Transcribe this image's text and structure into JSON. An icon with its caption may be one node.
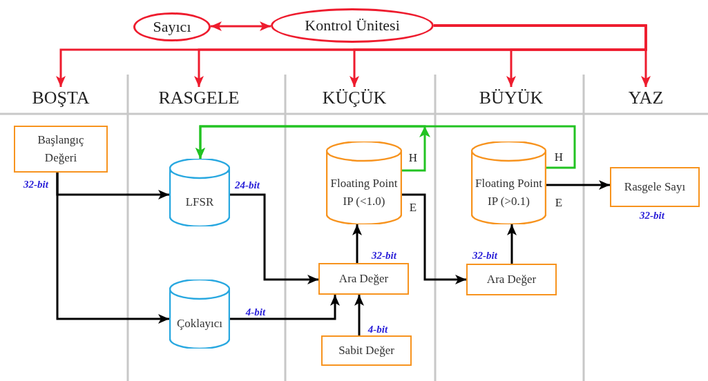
{
  "diagram": {
    "nodes": [
      {
        "text": [
          "Sayıcı"
        ]
      },
      {
        "text": [
          "Kontrol Ünitesi"
        ]
      },
      {
        "text": [
          "BOŞTA"
        ]
      },
      {
        "text": [
          "RASGELE"
        ]
      },
      {
        "text": [
          "KÜÇÜK"
        ]
      },
      {
        "text": [
          "BÜYÜK"
        ]
      },
      {
        "text": [
          "YAZ"
        ]
      },
      {
        "text": [
          "Başlangıç Değeri"
        ],
        "beside": [
          "32-bit"
        ]
      },
      {
        "text": [
          "LFSR"
        ]
      },
      {
        "text": [
          "Çoklayıcı"
        ]
      },
      {
        "text": [
          "Floating Point IP (<1.0)"
        ]
      },
      {
        "text": [
          "Ara Değer"
        ]
      },
      {
        "text": [
          "Sabit Değer"
        ]
      },
      {
        "text": [
          "Floating Point IP (>0.1)"
        ]
      },
      {
        "text": [
          "Ara Değer"
        ]
      },
      {
        "text": [
          "Rasgele Sayı"
        ],
        "beside": [
          "32-bit"
        ]
      }
    ],
    "edges": [
      {
        "from": 0,
        "to": 1,
        "arrow": "both",
        "color": "#ee1c2e"
      },
      {
        "from": 1,
        "to": 2,
        "arrow": "to",
        "color": "#ee1c2e"
      },
      {
        "from": 1,
        "to": 3,
        "arrow": "to",
        "color": "#ee1c2e"
      },
      {
        "from": 1,
        "to": 4,
        "arrow": "to",
        "color": "#ee1c2e"
      },
      {
        "from": 1,
        "to": 5,
        "arrow": "to",
        "color": "#ee1c2e"
      },
      {
        "from": 1,
        "to": 6,
        "arrow": "to",
        "color": "#ee1c2e"
      },
      {
        "from": 7,
        "to": 8,
        "arrow": "to"
      },
      {
        "from": 7,
        "to": 9,
        "arrow": "to"
      },
      {
        "from": 8,
        "to": 11,
        "arrow": "to",
        "label": "24-bit"
      },
      {
        "from": 9,
        "to": 11,
        "arrow": "to",
        "label": "4-bit"
      },
      {
        "from": 12,
        "to": 11,
        "arrow": "to",
        "label": "4-bit"
      },
      {
        "from": 11,
        "to": 10,
        "arrow": "to",
        "label": "32-bit"
      },
      {
        "from": 10,
        "to": 14,
        "arrow": "to",
        "label": "E"
      },
      {
        "from": 10,
        "to": 8,
        "arrow": "to",
        "label": "H",
        "color": "#22c322"
      },
      {
        "from": 13,
        "to": 8,
        "arrow": "to",
        "label": "H",
        "color": "#22c322"
      },
      {
        "from": 14,
        "to": 13,
        "arrow": "to",
        "label": "32-bit"
      },
      {
        "from": 13,
        "to": 15,
        "arrow": "to",
        "label": "E"
      }
    ]
  }
}
